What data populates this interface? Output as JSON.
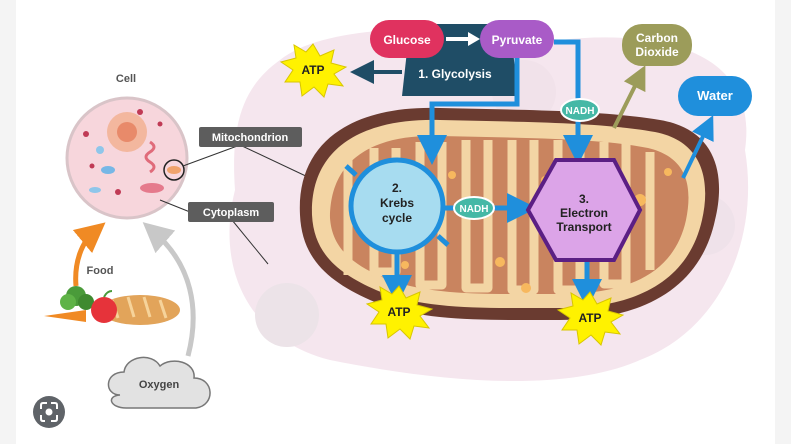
{
  "cell": {
    "label": "Cell",
    "mitochondrion_label": "Mitochondrion",
    "cytoplasm_label": "Cytoplasm"
  },
  "inputs": {
    "food_label": "Food",
    "oxygen_label": "Oxygen"
  },
  "glycolysis": {
    "glucose_label": "Glucose",
    "pyruvate_label": "Pyruvate",
    "step_label": "1. Glycolysis",
    "atp_label": "ATP"
  },
  "krebs": {
    "step_number": "2.",
    "line1": "Krebs",
    "line2": "cycle",
    "atp_label": "ATP"
  },
  "electron_transport": {
    "step_number": "3.",
    "line1": "Electron",
    "line2": "Transport",
    "atp_label": "ATP"
  },
  "carriers": {
    "nadh_top": "NADH",
    "nadh_middle": "NADH"
  },
  "outputs": {
    "carbon_dioxide_line1": "Carbon",
    "carbon_dioxide_line2": "Dioxide",
    "water_label": "Water"
  },
  "colors": {
    "glucose": "#e0325f",
    "pyruvate": "#a95bc7",
    "glycolysis": "#1f4d66",
    "krebs": "#a7dcf0",
    "electron_transport": "#dca4e8",
    "nadh": "#45b8a6",
    "carbon_dioxide": "#9c9c5a",
    "water": "#1f8fdc",
    "atp": "#fff200",
    "mito_outer": "#6a3b30",
    "mito_fill": "#f3d5a4"
  },
  "lens_icon": "lens-search-icon"
}
